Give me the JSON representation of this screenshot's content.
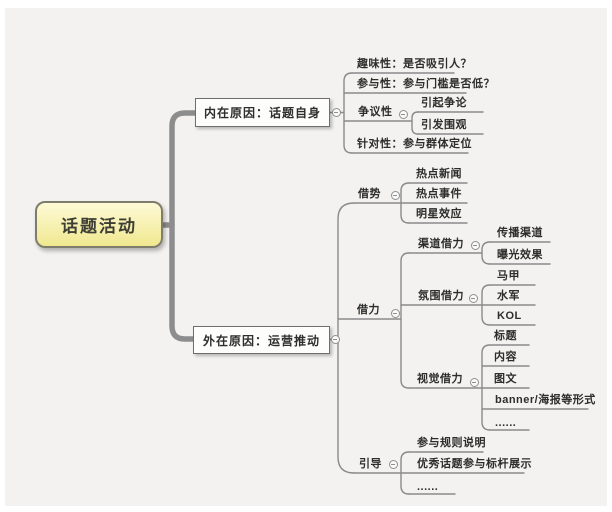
{
  "mindmap": {
    "root": {
      "label": "话题活动"
    },
    "branches": [
      {
        "label": "内在原因：话题自身",
        "children": [
          {
            "label": "趣味性：是否吸引人？"
          },
          {
            "label": "参与性：参与门槛是否低？"
          },
          {
            "label": "争议性",
            "children": [
              {
                "label": "引起争论"
              },
              {
                "label": "引发围观"
              }
            ]
          },
          {
            "label": "针对性：参与群体定位"
          }
        ]
      },
      {
        "label": "外在原因：运营推动",
        "children": [
          {
            "label": "借势",
            "children": [
              {
                "label": "热点新闻"
              },
              {
                "label": "热点事件"
              },
              {
                "label": "明星效应"
              }
            ]
          },
          {
            "label": "借力",
            "children": [
              {
                "label": "渠道借力",
                "children": [
                  {
                    "label": "传播渠道"
                  },
                  {
                    "label": "曝光效果"
                  }
                ]
              },
              {
                "label": "氛围借力",
                "children": [
                  {
                    "label": "马甲"
                  },
                  {
                    "label": "水军"
                  },
                  {
                    "label": "KOL"
                  }
                ]
              },
              {
                "label": "视觉借力",
                "children": [
                  {
                    "label": "标题"
                  },
                  {
                    "label": "内容"
                  },
                  {
                    "label": "图文"
                  },
                  {
                    "label": "banner/海报等形式"
                  },
                  {
                    "label": "......"
                  }
                ]
              }
            ]
          },
          {
            "label": "引导",
            "children": [
              {
                "label": "参与规则说明"
              },
              {
                "label": "优秀话题参与标杆展示"
              },
              {
                "label": "......"
              }
            ]
          }
        ]
      }
    ],
    "colors": {
      "canvas_bg": "#f3f2f0",
      "root_fill": "#f5efa8",
      "root_border": "#7e7c6a",
      "branch_box_fill": "#fdfdfc",
      "line": "#8a8a8a",
      "trunk": "#8d8d8d",
      "text": "#2d2d2a"
    }
  }
}
